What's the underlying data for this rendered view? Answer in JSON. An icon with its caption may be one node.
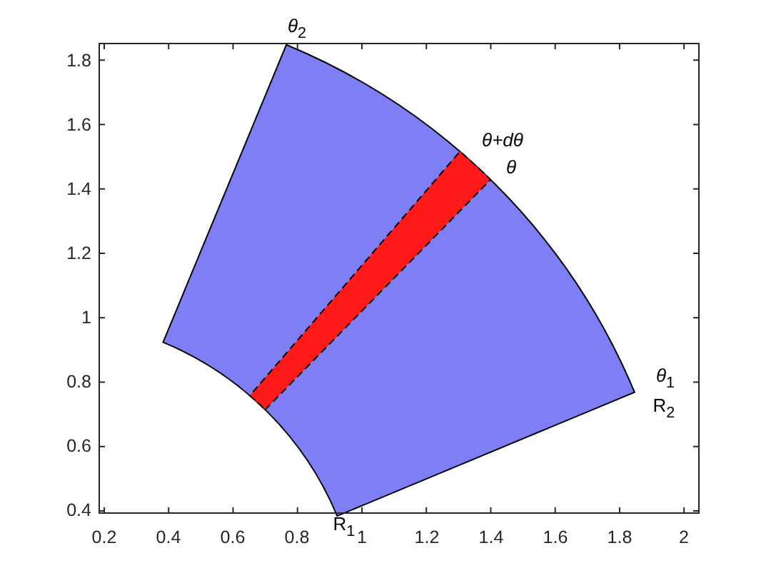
{
  "diagram": {
    "labels": [
      "*θ*$_{2}$",
      "1.8",
      "1.6",
      "θ+dθ",
      "θ",
      "1.4",
      "1.2",
      "1",
      "0.8",
      "*θ*$_{1}$",
      "R$_{2}$",
      "0.6",
      "0.4",
      "R$_{1}$",
      "0.2",
      "0.4",
      "0.6",
      "0.8",
      "1",
      "1.2",
      "1.4",
      "1.6",
      "1.8",
      "2"
    ]
  }
}
